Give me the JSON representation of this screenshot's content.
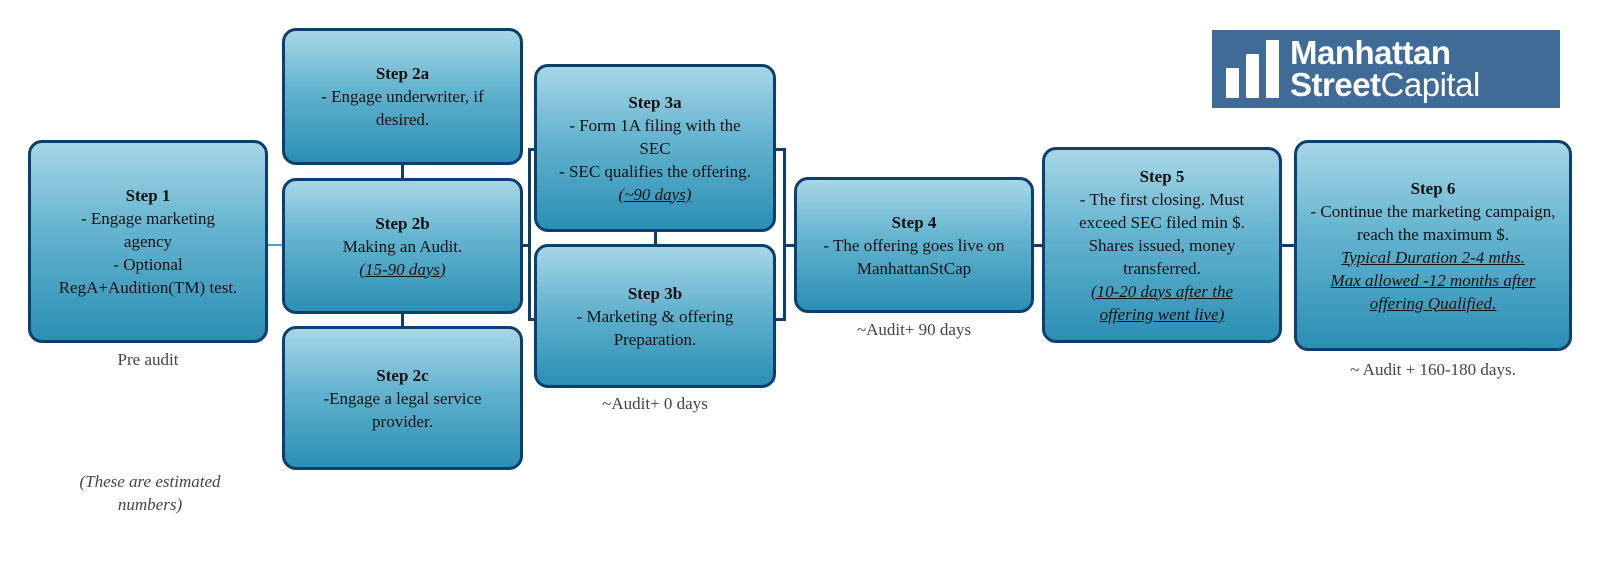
{
  "logo": {
    "line1": "Manhattan",
    "line2_bold": "Street",
    "line2_regular": "Capital"
  },
  "steps": {
    "s1": {
      "title": "Step 1",
      "lines": [
        "- Engage marketing agency",
        "- Optional RegA+Audition(TM) test."
      ]
    },
    "s2a": {
      "title": "Step 2a",
      "lines": [
        "- Engage  underwriter, if desired."
      ]
    },
    "s2b": {
      "title": "Step 2b",
      "lines": [
        "Making an Audit."
      ],
      "duration": "(15-90 days)"
    },
    "s2c": {
      "title": "Step 2c",
      "lines": [
        "-Engage a legal service provider."
      ]
    },
    "s3a": {
      "title": "Step 3a",
      "lines": [
        "- Form 1A filing with the SEC",
        "- SEC qualifies the offering."
      ],
      "duration": "(~90 days)"
    },
    "s3b": {
      "title": "Step 3b",
      "lines": [
        "- Marketing & offering Preparation."
      ]
    },
    "s4": {
      "title": "Step 4",
      "lines": [
        "- The offering goes live on ManhattanStCap"
      ]
    },
    "s5": {
      "title": "Step 5",
      "lines": [
        "- The first closing. Must exceed SEC filed min $. Shares issued, money transferred."
      ],
      "duration": "(10-20 days after the offering went live)"
    },
    "s6": {
      "title": "Step 6",
      "lines": [
        "- Continue the marketing campaign, reach the maximum $."
      ],
      "duration1": "Typical Duration 2-4 mths.",
      "duration2": "Max allowed -12 months after offering  Qualified."
    }
  },
  "captions": {
    "pre_audit": "Pre audit",
    "audit_0": "~Audit+ 0 days",
    "audit_90": "~Audit+ 90 days",
    "audit_160": "~ Audit + 160-180  days."
  },
  "note": "(These are estimated numbers)",
  "colors": {
    "border": "#0d3f6e",
    "fill_top": "#a7d6e6",
    "fill_bottom": "#2b8fb4",
    "logo_bg": "#3f6b96"
  }
}
